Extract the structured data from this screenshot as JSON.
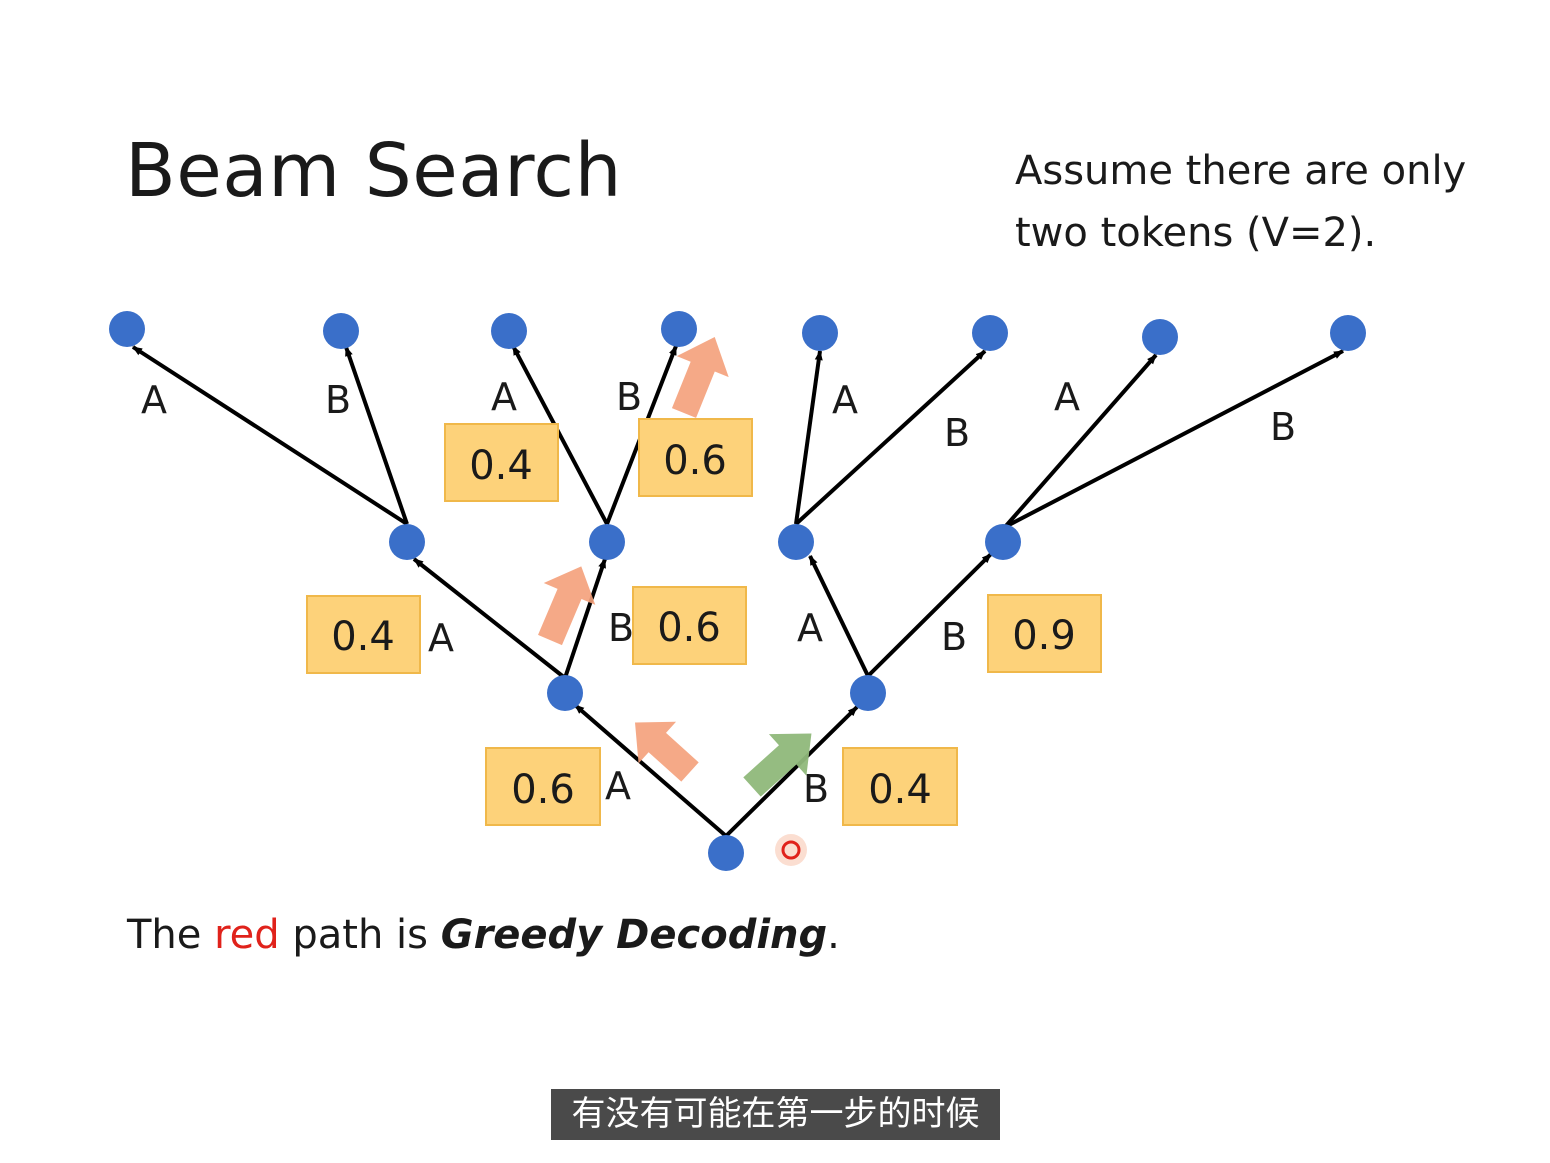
{
  "slide": {
    "title": "Beam Search",
    "note_line1": "Assume there are only",
    "note_line2": "two tokens (V=2).",
    "caption_pre": "The ",
    "caption_red": "red",
    "caption_mid": " path is ",
    "caption_bold": "Greedy Decoding",
    "caption_end": "."
  },
  "subtitle": {
    "text": "有没有可能在第一步的时候"
  },
  "colors": {
    "node": "#3a6fc9",
    "box_fill": "#fdd27a",
    "box_border": "#f0b84a",
    "arrow_red": "#f4a07a",
    "arrow_green": "#8fb87a",
    "pointer": "#e0221b"
  },
  "tree": {
    "edges": [
      {
        "label": "A"
      },
      {
        "label": "B"
      },
      {
        "label": "A"
      },
      {
        "label": "B"
      },
      {
        "label": "A"
      },
      {
        "label": "B"
      },
      {
        "label": "A"
      },
      {
        "label": "B"
      },
      {
        "label": "A"
      },
      {
        "label": "B"
      },
      {
        "label": "A"
      },
      {
        "label": "B"
      },
      {
        "label": "A"
      },
      {
        "label": "B"
      }
    ],
    "probabilities": [
      "0.6",
      "0.4",
      "0.4",
      "0.6",
      "0.9",
      "0.4",
      "0.6"
    ]
  }
}
